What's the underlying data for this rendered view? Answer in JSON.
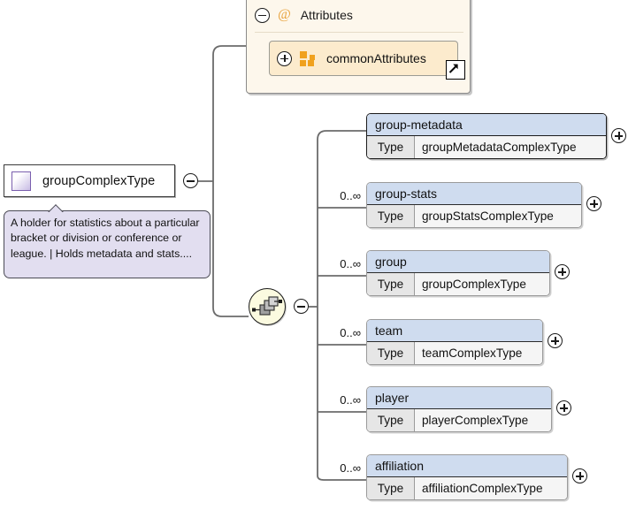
{
  "diagram": {
    "kind": "xml-schema-complextype-diagram",
    "root": {
      "name": "groupComplexType",
      "icon": "complextype-swatch-icon",
      "toggle": "minus",
      "annotation": "A holder for statistics about a particular bracket or division or conference or league. | Holds metadata and stats...."
    },
    "attributes_panel": {
      "title": "Attributes",
      "at_symbol": "@",
      "toggle": "minus",
      "items": [
        {
          "label": "commonAttributes",
          "toggle": "plus",
          "icon": "attribute-group-squares-icon",
          "badge": "external-link-arrow-icon"
        }
      ]
    },
    "compositor": {
      "type": "sequence",
      "icon": "sequence-compositor-icon",
      "toggle": "minus"
    },
    "type_key_label": "Type",
    "elements": [
      {
        "name": "group-metadata",
        "type": "groupMetadataComplexType",
        "occurrence": "",
        "toggle": "plus",
        "primary": true
      },
      {
        "name": "group-stats",
        "type": "groupStatsComplexType",
        "occurrence": "0..∞",
        "toggle": "plus",
        "primary": false
      },
      {
        "name": "group",
        "type": "groupComplexType",
        "occurrence": "0..∞",
        "toggle": "plus",
        "primary": false
      },
      {
        "name": "team",
        "type": "teamComplexType",
        "occurrence": "0..∞",
        "toggle": "plus",
        "primary": false
      },
      {
        "name": "player",
        "type": "playerComplexType",
        "occurrence": "0..∞",
        "toggle": "plus",
        "primary": false
      },
      {
        "name": "affiliation",
        "type": "affiliationComplexType",
        "occurrence": "0..∞",
        "toggle": "plus",
        "primary": false
      }
    ],
    "colors": {
      "element_header": "#cfdcef",
      "element_type_key": "#e6e6e6",
      "attributes_panel": "#fdf7ec",
      "attributes_item": "#fcebcd",
      "attributes_accent": "#f0a11e",
      "annotation": "#e2def0",
      "root_swatch": "#c8bce4",
      "compositor": "#fbfae0",
      "connector": "#6b6b6b"
    }
  }
}
